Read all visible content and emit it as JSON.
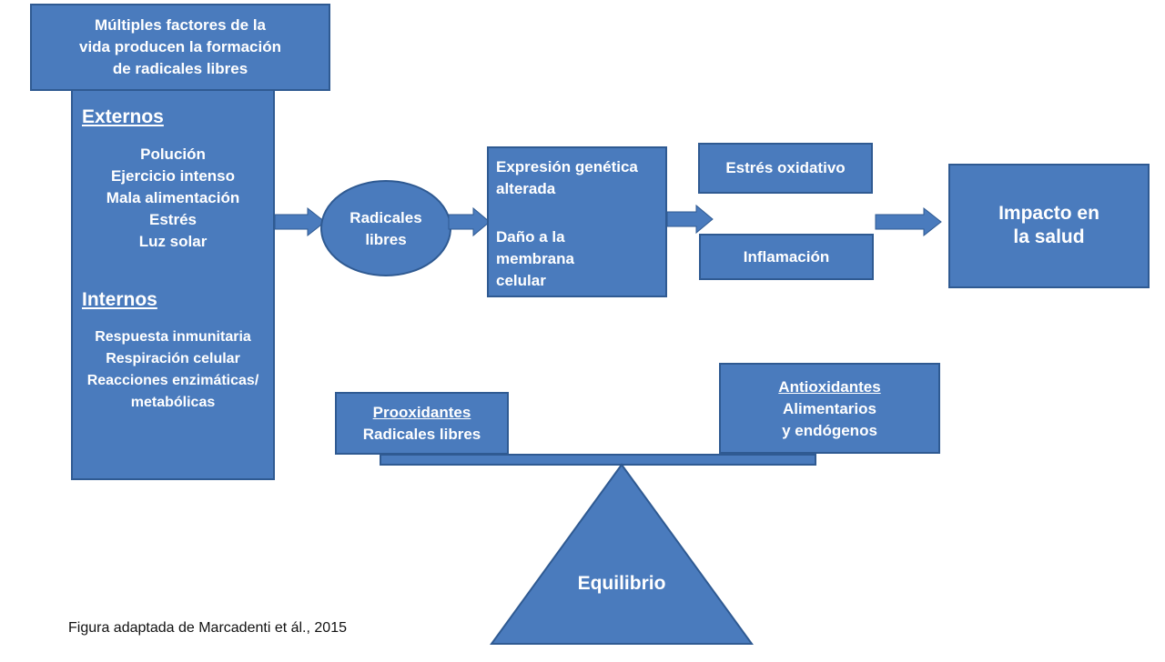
{
  "colors": {
    "fill": "#4a7bbd",
    "stroke": "#2f5a92",
    "text": "#ffffff",
    "caption": "#111111"
  },
  "source_box": {
    "lines": [
      "Múltiples factores de la",
      "vida producen la formación",
      "de radicales libres"
    ]
  },
  "factors": {
    "externos_heading": "Externos",
    "externos_items": [
      "Polución",
      "Ejercicio intenso",
      "Mala alimentación",
      "Estrés",
      "Luz solar"
    ],
    "internos_heading": "Internos",
    "internos_items": [
      "Respuesta inmunitaria",
      "Respiración celular",
      "Reacciones enzimáticas/",
      "metabólicas"
    ]
  },
  "radicales": {
    "lines": [
      "Radicales",
      "libres"
    ]
  },
  "effects": {
    "lines1": [
      "Expresión genética",
      "alterada"
    ],
    "lines2": [
      "Daño a la",
      "membrana",
      "celular"
    ]
  },
  "estres": "Estrés oxidativo",
  "inflamacion": "Inflamación",
  "impacto": {
    "lines": [
      "Impacto en",
      "la salud"
    ]
  },
  "prooxidantes": {
    "heading": "Prooxidantes",
    "text": "Radicales libres"
  },
  "antioxidantes": {
    "heading": "Antioxidantes",
    "lines": [
      "Alimentarios",
      "y endógenos"
    ]
  },
  "equilibrio": "Equilibrio",
  "caption": "Figura adaptada de Marcadenti et ál., 2015"
}
